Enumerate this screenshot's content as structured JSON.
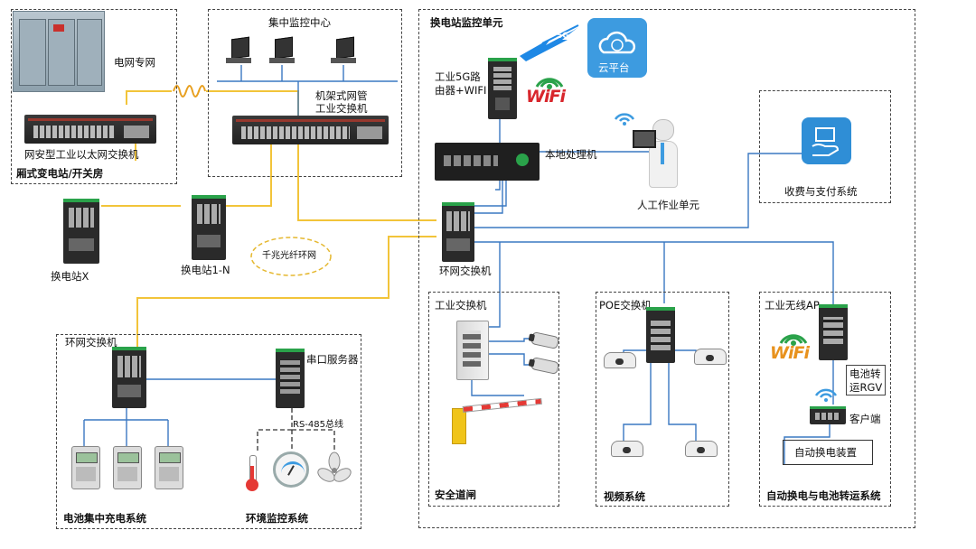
{
  "boxes": {
    "substation": "厢式变电站/开关房",
    "monitor_center": "集中监控中心",
    "station_unit": "换电站监控单元",
    "charging": "电池集中充电系统",
    "environment": "环境监控系统",
    "safety_gate": "安全道闸",
    "video": "视频系统",
    "auto_swap": "自动换电与电池转运系统",
    "payment": "收费与支付系统"
  },
  "labels": {
    "grid_private": "电网专网",
    "net_switch": "网安型工业以太网交换机",
    "rack_switch_1": "机架式网管",
    "rack_switch_2": "工业交换机",
    "router_1": "工业5G路",
    "router_2": "由器+WIFI",
    "cloud": "云平台",
    "local_pc": "本地处理机",
    "worker": "人工作业单元",
    "ring_switch_main": "环网交换机",
    "station_x": "换电站X",
    "station_1n": "换电站1-N",
    "gig_ring": "千兆光纤环网",
    "ring_switch_lower": "环网交换机",
    "serial_server": "串口服务器",
    "rs485": "RS-485总线",
    "ind_switch": "工业交换机",
    "poe_switch": "POE交换机",
    "wireless_ap": "工业无线AP",
    "battery_rgv_1": "电池转",
    "battery_rgv_2": "运RGV",
    "client": "客户端",
    "auto_device": "自动换电装置",
    "wifi_1": "WiFi",
    "wifi_2": "WiFi",
    "signal_5g": "5G"
  },
  "colors": {
    "fiber": "#f2c43a",
    "ethernet": "#3a78c2",
    "cloud": "#3d9be0",
    "wifi_green": "#2aa24a",
    "wifi_red": "#d8262c",
    "wifi_orange": "#e8921d"
  }
}
